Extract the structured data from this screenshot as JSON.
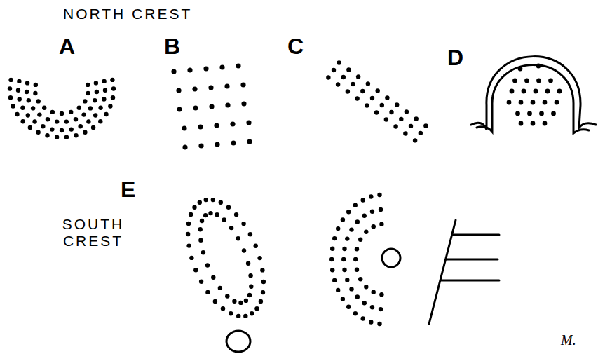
{
  "diagram": {
    "labels": [
      "NORTH CREST",
      "A",
      "B",
      "C",
      "D",
      "E",
      "SOUTH CREST",
      "M."
    ]
  }
}
